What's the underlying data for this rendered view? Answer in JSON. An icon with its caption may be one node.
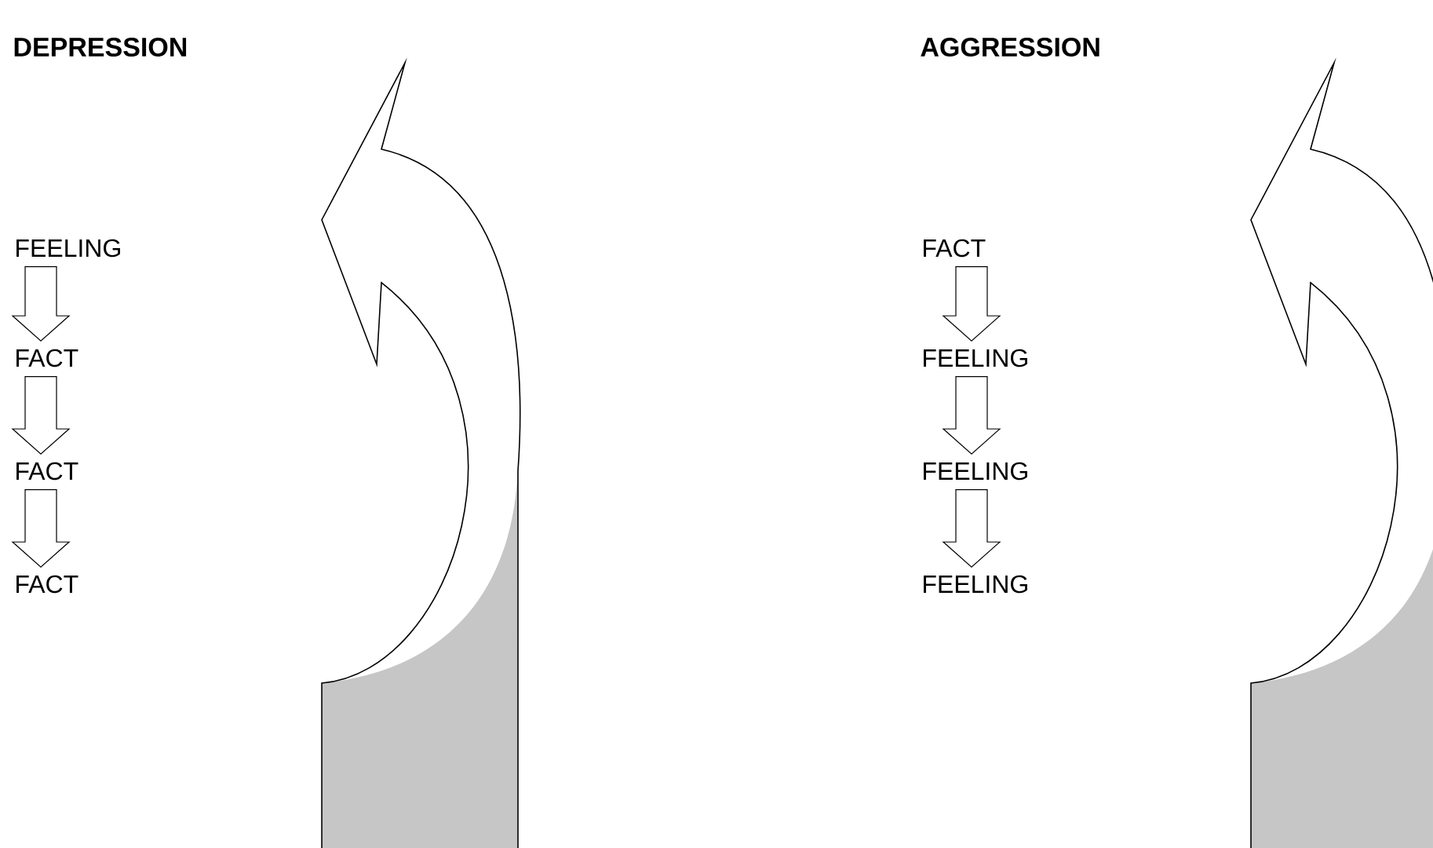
{
  "diagram": {
    "nodes": [
      {
        "text": [
          "FEELING"
        ]
      },
      {
        "text": [
          "FACT"
        ]
      },
      {
        "text": [
          "FACT"
        ]
      },
      {
        "text": [
          "FACT"
        ]
      },
      {
        "text": [
          "FACT"
        ]
      },
      {
        "text": [
          "FEELING"
        ]
      },
      {
        "text": [
          "FEELING"
        ]
      },
      {
        "text": [
          "FEELING"
        ]
      }
    ],
    "edges": [
      {
        "from": 0,
        "to": 1,
        "arrow": "to"
      },
      {
        "from": 1,
        "to": 2,
        "arrow": "to"
      },
      {
        "from": 2,
        "to": 3,
        "arrow": "to"
      },
      {
        "from": 4,
        "to": 5,
        "arrow": "to"
      },
      {
        "from": 5,
        "to": 6,
        "arrow": "to"
      },
      {
        "from": 6,
        "to": 7,
        "arrow": "to"
      }
    ],
    "labels": [
      "DEPRESSION",
      "AGGRESSION"
    ]
  }
}
